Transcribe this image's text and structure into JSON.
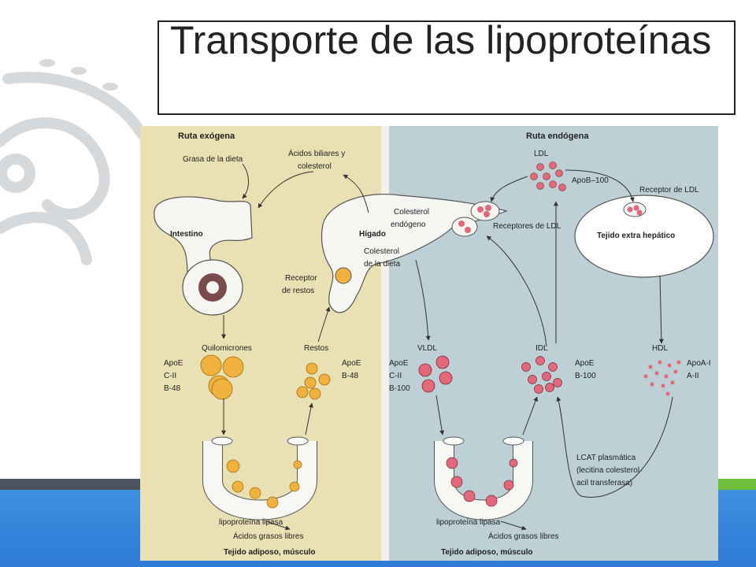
{
  "title": "Transporte de las lipoproteínas",
  "colors": {
    "exogenous_bg": "#e9e1b4",
    "endogenous_bg": "#bcd0d6",
    "chylomicron": "#f0b23c",
    "vldl_red": "#e4687a",
    "blue_band": "#2e7ad6",
    "green_accent": "#6fbe3c"
  },
  "diagram": {
    "exo_header": "Ruta exógena",
    "endo_header": "Ruta endógena",
    "grasa": "Grasa de la dieta",
    "acidos_biliares": [
      "Ácidos biliares y",
      "colesterol"
    ],
    "intestino": "Intestino",
    "higado": "Hígado",
    "colesterol_endogeno": [
      "Colesterol",
      "endógeno"
    ],
    "colesterol_dieta": [
      "Colesterol",
      "de la dieta"
    ],
    "receptor_restos": [
      "Receptor",
      "de restos"
    ],
    "receptores_ldl": "Receptores de LDL",
    "ldl": "LDL",
    "apob100": "ApoB–100",
    "receptor_ldl": "Receptor de LDL",
    "tejido_extra": "Tejido extra hepático",
    "quilomicrones": "Quilomicrones",
    "restos": "Restos",
    "apo_quilo": [
      "ApoE",
      "C-II",
      "B-48"
    ],
    "apo_restos": [
      "ApoE",
      "B-48"
    ],
    "vldl": "VLDL",
    "idl": "IDL",
    "hdl": "HDL",
    "apo_vldl": [
      "ApoE",
      "C-II",
      "B-100"
    ],
    "apo_idl": [
      "ApoE",
      "B-100"
    ],
    "apo_hdl": [
      "ApoA-I",
      "A-II"
    ],
    "lcat": [
      "LCAT plasmática",
      "(lecitina colesterol",
      "acil transferasa)"
    ],
    "lipasa_left": "lipoproteína lipasa",
    "acidos_left": "Ácidos grasos libres",
    "tejido_left": "Tejido adiposo, músculo",
    "lipasa_right": "lipoproteína lipasa",
    "acidos_right": "Ácidos grasos libres",
    "tejido_right": "Tejido adiposo, músculo"
  }
}
